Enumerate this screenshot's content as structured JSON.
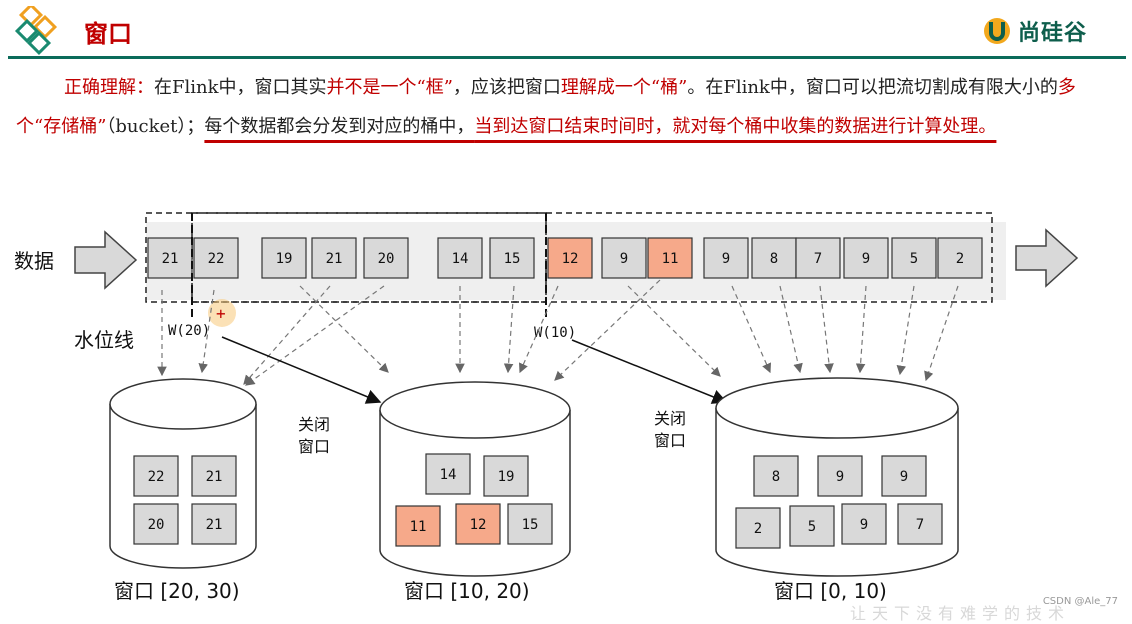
{
  "header": {
    "title": "窗口",
    "brand": "尚硅谷"
  },
  "paragraph": {
    "p1": "正确理解：",
    "p2": "在Flink中，窗口其实",
    "p3": "并不是一个“框”",
    "p4": "，应该把窗口",
    "p5": "理解成一个“桶”",
    "p6": "。在Flink中，窗口可以把流切割成有限大小的",
    "p7": "多个“存储桶”",
    "p8": "（bucket）；",
    "p9": "每个数据都会分发到对应的桶中，",
    "p10": "当到达窗口结束时间时，就对每个桶中收集的数据进行计算处理。"
  },
  "diagram": {
    "stream_label": "数据",
    "watermark_label": "水位线",
    "stream": [
      {
        "value": "21",
        "highlight": false
      },
      {
        "value": "22",
        "highlight": false
      },
      {
        "value": "19",
        "highlight": false
      },
      {
        "value": "21",
        "highlight": false
      },
      {
        "value": "20",
        "highlight": false
      },
      {
        "value": "14",
        "highlight": false
      },
      {
        "value": "15",
        "highlight": false
      },
      {
        "value": "12",
        "highlight": true
      },
      {
        "value": "9",
        "highlight": false
      },
      {
        "value": "11",
        "highlight": true
      },
      {
        "value": "9",
        "highlight": false
      },
      {
        "value": "8",
        "highlight": false
      },
      {
        "value": "7",
        "highlight": false
      },
      {
        "value": "9",
        "highlight": false
      },
      {
        "value": "5",
        "highlight": false
      },
      {
        "value": "2",
        "highlight": false
      }
    ],
    "watermarks": [
      "W(20)",
      "W(10)"
    ],
    "close_label_1": "关闭",
    "close_label_2": "窗口",
    "buckets": [
      {
        "label": "窗口 [20, 30)",
        "items": [
          {
            "value": "22",
            "highlight": false
          },
          {
            "value": "21",
            "highlight": false
          },
          {
            "value": "20",
            "highlight": false
          },
          {
            "value": "21",
            "highlight": false
          }
        ]
      },
      {
        "label": "窗口 [10, 20)",
        "items": [
          {
            "value": "14",
            "highlight": false
          },
          {
            "value": "19",
            "highlight": false
          },
          {
            "value": "11",
            "highlight": true
          },
          {
            "value": "12",
            "highlight": true
          },
          {
            "value": "15",
            "highlight": false
          }
        ]
      },
      {
        "label": "窗口 [0, 10)",
        "items": [
          {
            "value": "8",
            "highlight": false
          },
          {
            "value": "9",
            "highlight": false
          },
          {
            "value": "9",
            "highlight": false
          },
          {
            "value": "2",
            "highlight": false
          },
          {
            "value": "5",
            "highlight": false
          },
          {
            "value": "9",
            "highlight": false
          },
          {
            "value": "7",
            "highlight": false
          }
        ]
      }
    ],
    "colors": {
      "box": "#d9d9d9",
      "highlight": "#f6a98a",
      "accent": "#c00000"
    }
  },
  "footer": {
    "credit": "CSDN @Ale_77",
    "faint": "让天下没有难学的技术"
  }
}
